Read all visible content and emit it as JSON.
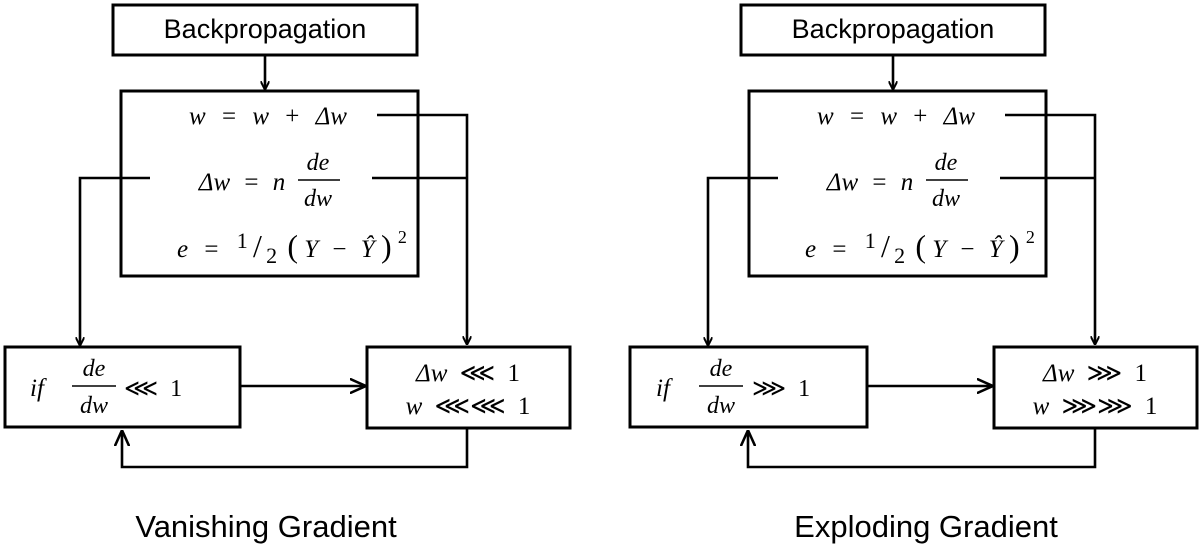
{
  "panels": [
    {
      "id": "vanishing",
      "start_label": "Backpropagation",
      "eq_update": {
        "lhs": "w",
        "eq": "=",
        "rhs1": "w",
        "plus": "+",
        "rhs2": "Δw"
      },
      "eq_delta": {
        "lhs": "Δw",
        "eq": "=",
        "coef": "n",
        "num": "de",
        "den": "dw"
      },
      "eq_error": {
        "lhs": "e",
        "eq": "=",
        "one": "1",
        "slash": "/",
        "two": "2",
        "lp": "(",
        "y": "Y",
        "minus": "−",
        "yhat": "Ŷ",
        "rp": ")",
        "exp": "2"
      },
      "condition": {
        "if": "if",
        "num": "de",
        "den": "dw",
        "op": "⋘",
        "val": "1"
      },
      "result": {
        "line1_var": "Δw",
        "line1_op": "⋘",
        "line1_val": "1",
        "line2_var": "w",
        "line2_op": "⋘⋘",
        "line2_val": "1"
      },
      "caption": "Vanishing Gradient"
    },
    {
      "id": "exploding",
      "start_label": "Backpropagation",
      "eq_update": {
        "lhs": "w",
        "eq": "=",
        "rhs1": "w",
        "plus": "+",
        "rhs2": "Δw"
      },
      "eq_delta": {
        "lhs": "Δw",
        "eq": "=",
        "coef": "n",
        "num": "de",
        "den": "dw"
      },
      "eq_error": {
        "lhs": "e",
        "eq": "=",
        "one": "1",
        "slash": "/",
        "two": "2",
        "lp": "(",
        "y": "Y",
        "minus": "−",
        "yhat": "Ŷ",
        "rp": ")",
        "exp": "2"
      },
      "condition": {
        "if": "if",
        "num": "de",
        "den": "dw",
        "op": "⋙",
        "val": "1"
      },
      "result": {
        "line1_var": "Δw",
        "line1_op": "⋙",
        "line1_val": "1",
        "line2_var": "w",
        "line2_op": "⋙⋙",
        "line2_val": "1"
      },
      "caption": "Exploding Gradient"
    }
  ]
}
